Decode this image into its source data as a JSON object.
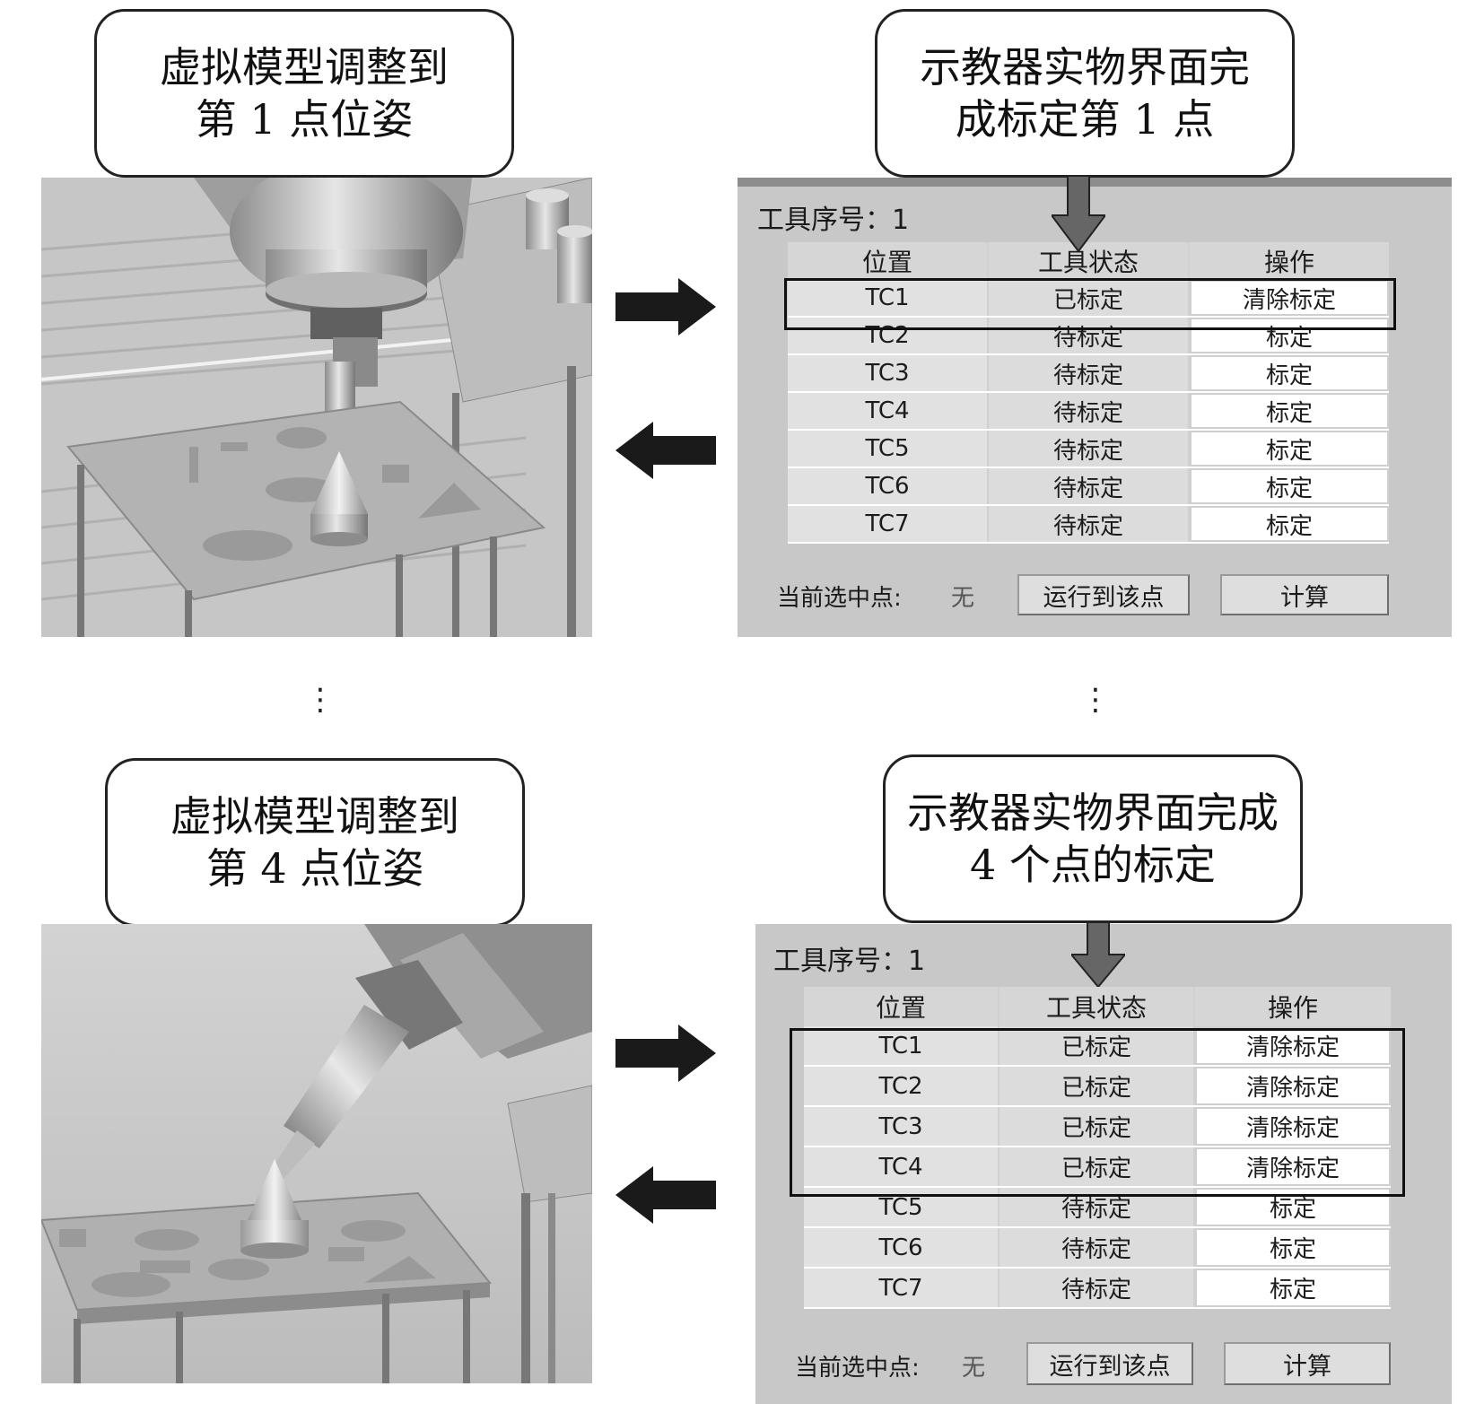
{
  "callouts": {
    "top_left": [
      "虚拟模型调整到",
      "第 1 点位姿"
    ],
    "top_right": [
      "示教器实物界面完",
      "成标定第 1 点"
    ],
    "bottom_left": [
      "虚拟模型调整到",
      "第 4 点位姿"
    ],
    "bottom_right": [
      "示教器实物界面完成",
      "4 个点的标定"
    ]
  },
  "ellipsis": "⋮",
  "panel_top": {
    "tool_no": "工具序号：1",
    "headers": [
      "位置",
      "工具状态",
      "操作"
    ],
    "rows": [
      {
        "pos": "TC1",
        "state": "已标定",
        "op": "清除标定"
      },
      {
        "pos": "TC2",
        "state": "待标定",
        "op": "标定"
      },
      {
        "pos": "TC3",
        "state": "待标定",
        "op": "标定"
      },
      {
        "pos": "TC4",
        "state": "待标定",
        "op": "标定"
      },
      {
        "pos": "TC5",
        "state": "待标定",
        "op": "标定"
      },
      {
        "pos": "TC6",
        "state": "待标定",
        "op": "标定"
      },
      {
        "pos": "TC7",
        "state": "待标定",
        "op": "标定"
      }
    ],
    "footer": {
      "label": "当前选中点:",
      "value": "无",
      "run_button": "运行到该点",
      "calc_button": "计算"
    }
  },
  "panel_bottom": {
    "tool_no": "工具序号：1",
    "headers": [
      "位置",
      "工具状态",
      "操作"
    ],
    "rows": [
      {
        "pos": "TC1",
        "state": "已标定",
        "op": "清除标定"
      },
      {
        "pos": "TC2",
        "state": "已标定",
        "op": "清除标定"
      },
      {
        "pos": "TC3",
        "state": "已标定",
        "op": "清除标定"
      },
      {
        "pos": "TC4",
        "state": "已标定",
        "op": "清除标定"
      },
      {
        "pos": "TC5",
        "state": "待标定",
        "op": "标定"
      },
      {
        "pos": "TC6",
        "state": "待标定",
        "op": "标定"
      },
      {
        "pos": "TC7",
        "state": "待标定",
        "op": "标定"
      }
    ],
    "footer": {
      "label": "当前选中点:",
      "value": "无",
      "run_button": "运行到该点",
      "calc_button": "计算"
    }
  },
  "colors": {
    "panel_bg": "#c8c8c8",
    "highlight_border": "#111111",
    "down_arrow": "#666666",
    "side_arrow": "#1a1a1a"
  }
}
